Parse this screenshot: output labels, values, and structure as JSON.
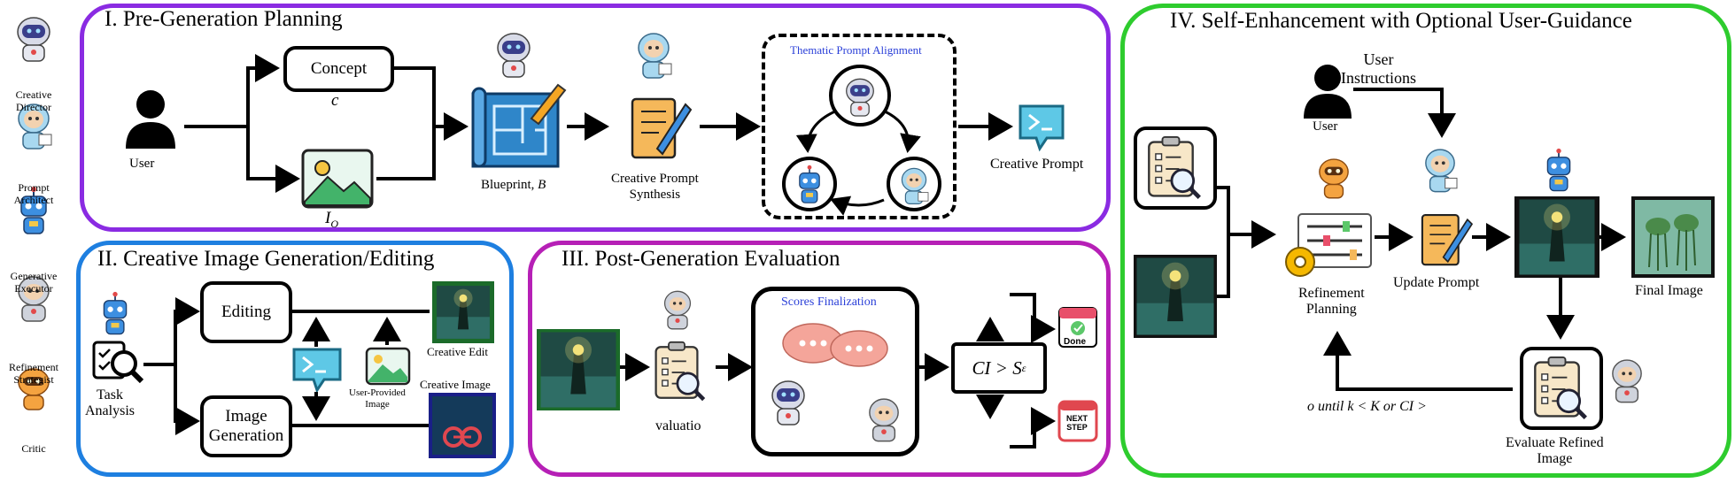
{
  "roles": [
    {
      "label": "Creative\nDirector",
      "icon": "creative-director-robot"
    },
    {
      "label": "Prompt\nArchitect",
      "icon": "prompt-architect-robot"
    },
    {
      "label": "Generative\nExecutor",
      "icon": "generative-executor-robot"
    },
    {
      "label": "Refinement\nStrategist",
      "icon": "refinement-strategist-robot"
    },
    {
      "label": "Critic",
      "icon": "critic-robot"
    }
  ],
  "stage1": {
    "title": "I. Pre-Generation Planning",
    "user": "User",
    "concept": "Concept",
    "concept_var": "c",
    "image_var": "I",
    "image_sub": "O",
    "blueprint": "Blueprint, ",
    "blueprint_var": "B",
    "synthesis": "Creative Prompt\nSynthesis",
    "alignment": "Thematic Prompt Alignment",
    "output": "Creative Prompt"
  },
  "stage2": {
    "title": "II. Creative Image Generation/Editing",
    "task": "Task\nAnalysis",
    "editing": "Editing",
    "generation": "Image\nGeneration",
    "user_image": "User-Provided\nImage",
    "creative_edit": "Creative Edit",
    "creative_image": "Creative Image"
  },
  "stage3": {
    "title": "III. Post-Generation Evaluation",
    "evaluation": "valuatio",
    "scores": "Scores Finalization",
    "condition": "CI > S",
    "condition_sub": "ε",
    "done": "Done",
    "next": "NEXT\nSTEP"
  },
  "stage4": {
    "title": "IV. Self-Enhancement with Optional User-Guidance",
    "user": "User",
    "instructions": "User\nInstructions",
    "refinement": "Refinement\nPlanning",
    "update": "Update Prompt",
    "final": "Final  Image",
    "loop": "o until k < K or CI >",
    "evaluate": "Evaluate Refined\nImage"
  },
  "colors": {
    "stage1": "#8a2be2",
    "stage2": "#1e7fe0",
    "stage3": "#b620b6",
    "stage4": "#2ecc2e",
    "accent_blue": "#2a3fd8"
  }
}
